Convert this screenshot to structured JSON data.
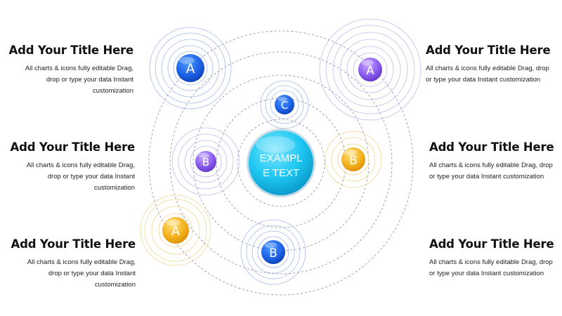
{
  "center": {
    "line1": "EXAMPL",
    "line2": "E TEXT"
  },
  "nodes": [
    {
      "label": "A",
      "color": "blue"
    },
    {
      "label": "A",
      "color": "purple"
    },
    {
      "label": "C",
      "color": "blue"
    },
    {
      "label": "B",
      "color": "purple"
    },
    {
      "label": "B",
      "color": "orange"
    },
    {
      "label": "A",
      "color": "orange"
    },
    {
      "label": "B",
      "color": "blue"
    }
  ],
  "colors": {
    "blue": "#1e63e8",
    "purple": "#8a5cf0",
    "orange": "#f5b21e",
    "center": "#1ec8f2"
  },
  "left_blocks": [
    {
      "title": "Add Your Title Here",
      "desc": "All charts & icons fully editable Drag, drop or type your data Instant customization"
    },
    {
      "title": "Add Your Title Here",
      "desc": "All charts & icons fully editable Drag, drop or type your data Instant customization"
    },
    {
      "title": "Add Your Title Here",
      "desc": "All charts & icons fully editable Drag, drop or type your data Instant customization"
    }
  ],
  "right_blocks": [
    {
      "title": "Add Your Title Here",
      "desc": "All charts & icons fully editable Drag, drop or type your data Instant customization"
    },
    {
      "title": "Add Your Title Here",
      "desc": "All charts & icons fully editable Drag, drop or type your data Instant customization"
    },
    {
      "title": "Add Your Title Here",
      "desc": "All charts & icons fully editable Drag, drop or type your data Instant customization"
    }
  ]
}
